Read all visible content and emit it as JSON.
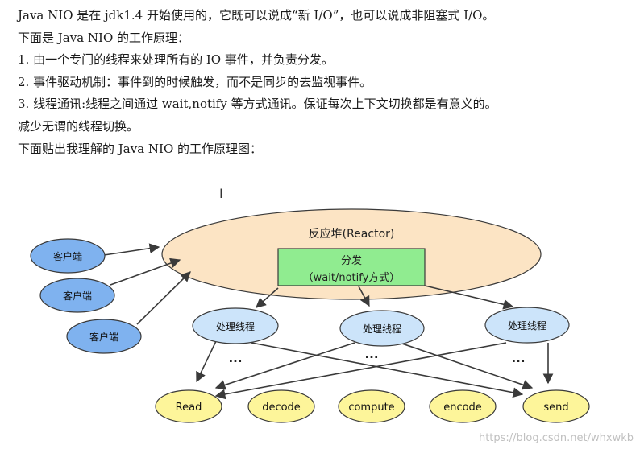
{
  "document": {
    "lines": [
      "Java NIO 是在 jdk1.4 开始使用的，它既可以说成“新 I/O”，也可以说成非阻塞式 I/O。",
      "下面是 Java NIO 的工作原理：",
      "1. 由一个专门的线程来处理所有的 IO 事件，并负责分发。",
      "2. 事件驱动机制：事件到的时候触发，而不是同步的去监视事件。",
      "3. 线程通讯:线程之间通过 wait,notify 等方式通讯。保证每次上下文切换都是有意义的。",
      "减少无谓的线程切换。",
      "下面贴出我理解的 Java NIO 的工作原理图："
    ]
  },
  "cursor_glyph": "I",
  "diagram": {
    "reactor_label": "反应堆(Reactor)",
    "dispatch_label_line1": "分发",
    "dispatch_label_line2": "（wait/notify方式）",
    "clients": [
      "客户端",
      "客户端",
      "客户端"
    ],
    "handlers": [
      "处理线程",
      "处理线程",
      "处理线程"
    ],
    "ellipsis": "...",
    "events": [
      "Read",
      "decode",
      "compute",
      "encode",
      "send"
    ],
    "colors": {
      "reactor_fill": "#fce4c4",
      "client_fill": "#7fb2ef",
      "dispatch_fill": "#90ec90",
      "handler_fill": "#cce4fa",
      "event_fill": "#fdf59a",
      "stroke": "#3a3a3a"
    }
  },
  "watermark": "https://blog.csdn.net/whxwkb"
}
